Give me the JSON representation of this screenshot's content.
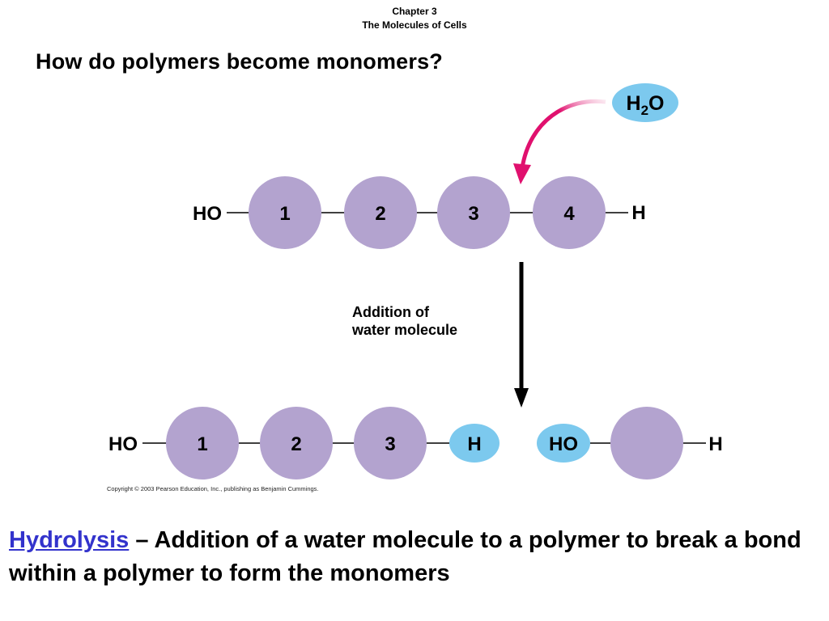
{
  "header": {
    "chapter": "Chapter 3",
    "subtitle": "The Molecules of Cells"
  },
  "title": "How do polymers become monomers?",
  "water": {
    "formula_main": "H",
    "formula_sub": "2",
    "formula_end": "O"
  },
  "top_chain": {
    "left_end": "HO",
    "monomers": [
      "1",
      "2",
      "3",
      "4"
    ],
    "right_end": "H"
  },
  "arrow_label": [
    "Addition of",
    "water molecule"
  ],
  "bottom_chain": {
    "left_end": "HO",
    "monomers": [
      "1",
      "2",
      "3"
    ],
    "h_cap": "H",
    "ho_cap": "HO",
    "free_monomer": "",
    "right_end": "H"
  },
  "copyright": "Copyright © 2003 Pearson Education, Inc., publishing as Benjamin Cummings.",
  "definition": {
    "term": "Hydrolysis",
    "text": " – Addition of a water molecule to a polymer to break a bond within a polymer to form the monomers"
  },
  "colors": {
    "monomer": "#b3a3cf",
    "water_cap": "#7cc9ee",
    "arrow_magenta": "#e0106e",
    "hyperlink": "#3333cc"
  }
}
